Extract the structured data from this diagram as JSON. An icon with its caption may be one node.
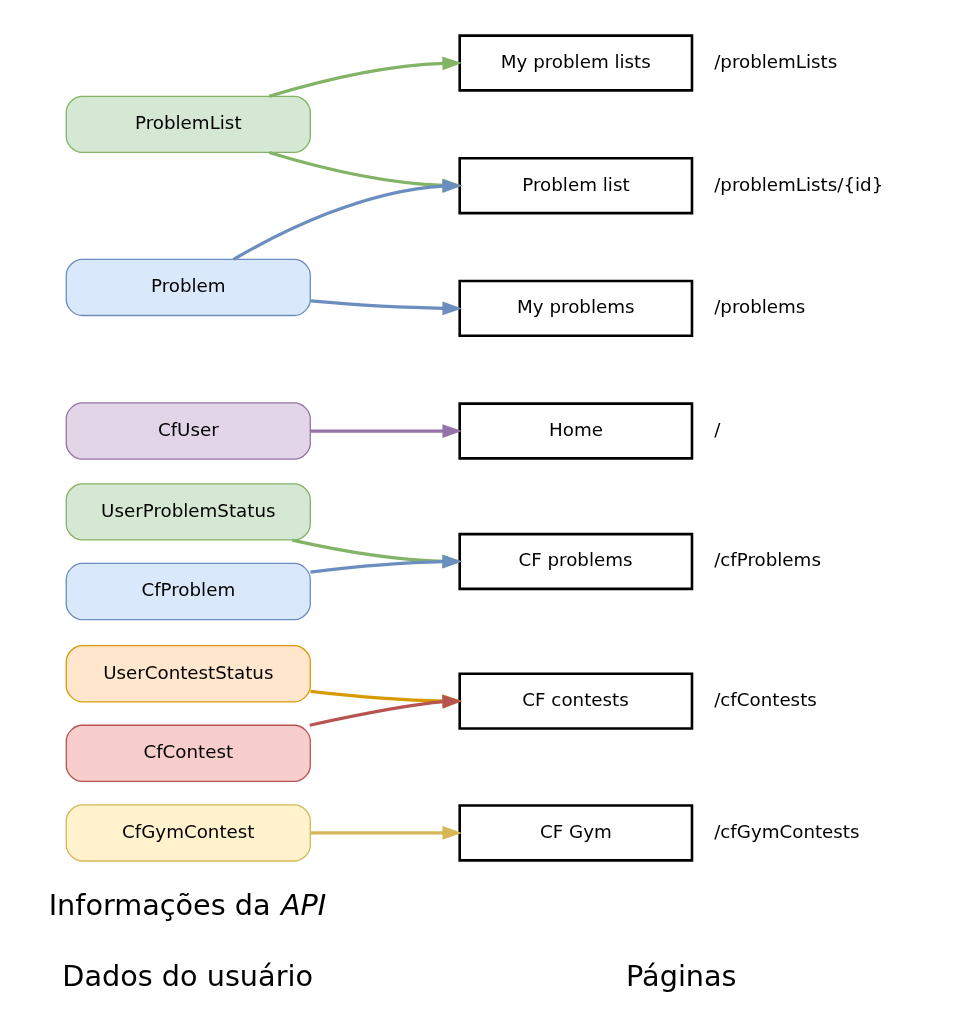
{
  "diagram": {
    "nodes": [
      {
        "text": [
          "Problem"
        ]
      },
      {
        "text": [
          "ProblemList"
        ]
      },
      {
        "text": [
          "CfUser"
        ]
      },
      {
        "text": [
          "CfProblem"
        ]
      },
      {
        "text": [
          "UserProblemStatus"
        ]
      },
      {
        "text": [
          "CfContest"
        ]
      },
      {
        "text": [
          "UserContestStatus"
        ]
      },
      {
        "text": [
          "CfGymContest"
        ]
      },
      {
        "text": [
          "My problems"
        ],
        "beside": [
          "/problems"
        ]
      },
      {
        "text": [
          "My problem lists"
        ],
        "beside": [
          "/problemLists"
        ]
      },
      {
        "text": [
          "Problem list"
        ],
        "beside": [
          "/problemLists/{id}"
        ]
      },
      {
        "text": [
          "Home"
        ],
        "beside": [
          "/"
        ]
      },
      {
        "text": [
          "CF problems"
        ],
        "beside": [
          "/cfProblems"
        ]
      },
      {
        "text": [
          "CF contests"
        ],
        "beside": [
          "/cfContests"
        ]
      },
      {
        "text": [
          "CF Gym"
        ],
        "beside": [
          "/cfGymContests"
        ]
      }
    ],
    "edges": [
      {
        "from": 0,
        "to": 8,
        "arrow": "to",
        "color": "#6c8ebf"
      },
      {
        "from": 0,
        "to": 10,
        "arrow": "to",
        "color": "#6c8ebf"
      },
      {
        "from": 1,
        "to": 9,
        "arrow": "to",
        "color": "#82b366"
      },
      {
        "from": 1,
        "to": 10,
        "arrow": "to",
        "color": "#82b366"
      },
      {
        "from": 2,
        "to": 11,
        "arrow": "to",
        "color": "#9673a6"
      },
      {
        "from": 3,
        "to": 12,
        "arrow": "to",
        "color": "#6c8ebf"
      },
      {
        "from": 4,
        "to": 12,
        "arrow": "to",
        "color": "#82b366"
      },
      {
        "from": 5,
        "to": 13,
        "arrow": "to",
        "color": "#b85450"
      },
      {
        "from": 6,
        "to": 13,
        "arrow": "to",
        "color": "#d79b00"
      },
      {
        "from": 7,
        "to": 14,
        "arrow": "to",
        "color": "#d6b656"
      }
    ],
    "labels": [
      "Dados do usuário",
      "Páginas",
      "Informações da *API*"
    ]
  }
}
